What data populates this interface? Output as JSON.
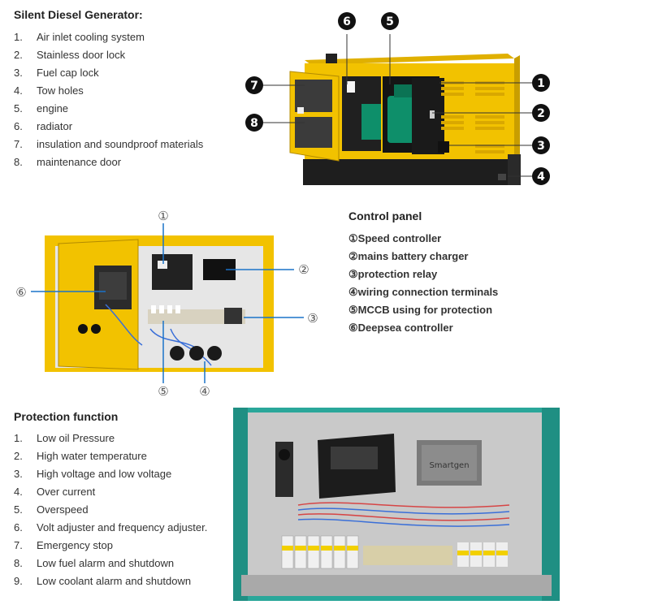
{
  "generator": {
    "title": "Silent Diesel Generator:",
    "items": [
      {
        "num": "1.",
        "text": "Air inlet cooling system"
      },
      {
        "num": "2.",
        "text": "Stainless door lock"
      },
      {
        "num": "3.",
        "text": "Fuel cap lock"
      },
      {
        "num": "4.",
        "text": "Tow holes"
      },
      {
        "num": "5.",
        "text": "engine"
      },
      {
        "num": "6.",
        "text": "radiator"
      },
      {
        "num": "7.",
        "text": "insulation and soundproof materials"
      },
      {
        "num": "8.",
        "text": "maintenance door"
      }
    ],
    "callouts": [
      "1",
      "2",
      "3",
      "4",
      "5",
      "6",
      "7",
      "8"
    ]
  },
  "control_panel": {
    "title": "Control panel",
    "items": [
      "①Speed controller",
      "②mains battery charger",
      "③protection relay",
      "④wiring connection terminals",
      "⑤MCCB using for protection",
      "⑥Deepsea controller"
    ],
    "callouts": [
      "①",
      "②",
      "③",
      "④",
      "⑤",
      "⑥"
    ]
  },
  "protection": {
    "title": "Protection function",
    "items": [
      {
        "num": "1.",
        "text": "Low oil Pressure"
      },
      {
        "num": "2.",
        "text": "High water temperature"
      },
      {
        "num": "3.",
        "text": "High voltage and low voltage"
      },
      {
        "num": "4.",
        "text": "Over current"
      },
      {
        "num": "5.",
        "text": "Overspeed"
      },
      {
        "num": "6.",
        "text": "Volt adjuster and frequency adjuster."
      },
      {
        "num": "7.",
        "text": "Emergency stop"
      },
      {
        "num": "8.",
        "text": "Low fuel alarm and shutdown"
      },
      {
        "num": "9.",
        "text": "Low coolant alarm and shutdown"
      }
    ]
  },
  "panel_photo": {
    "brand": "Smartgen"
  },
  "colors": {
    "generator_yellow": "#f2c200",
    "panel_teal": "#2aa79a",
    "callout_black": "#111111"
  }
}
